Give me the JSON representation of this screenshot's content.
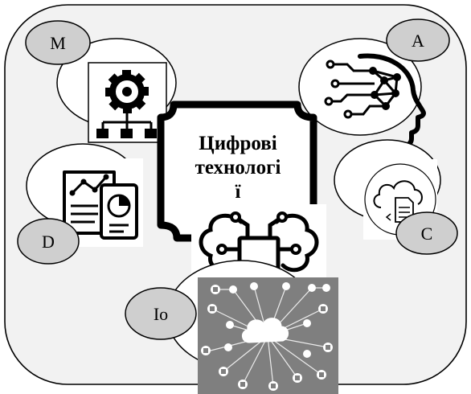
{
  "title": {
    "line1": "Цифрові",
    "line2": "технологі",
    "line3": "ї"
  },
  "nodes": {
    "m": "M",
    "a": "A",
    "d": "D",
    "c": "C",
    "io": "Io"
  },
  "colors": {
    "frame_fill": "#f2f2f2",
    "stroke": "#000000",
    "label_bubble": "#cfcfcf",
    "icon_bubble": "#ffffff",
    "cloud_panel": "#7f7f7f"
  },
  "icons": {
    "m": "gear-org-chart-icon",
    "a": "ai-head-circuit-icon",
    "d": "document-analytics-icon",
    "c": "cloud-document-icon",
    "center": "brain-chip-icon",
    "io": "iot-cloud-network-icon"
  }
}
